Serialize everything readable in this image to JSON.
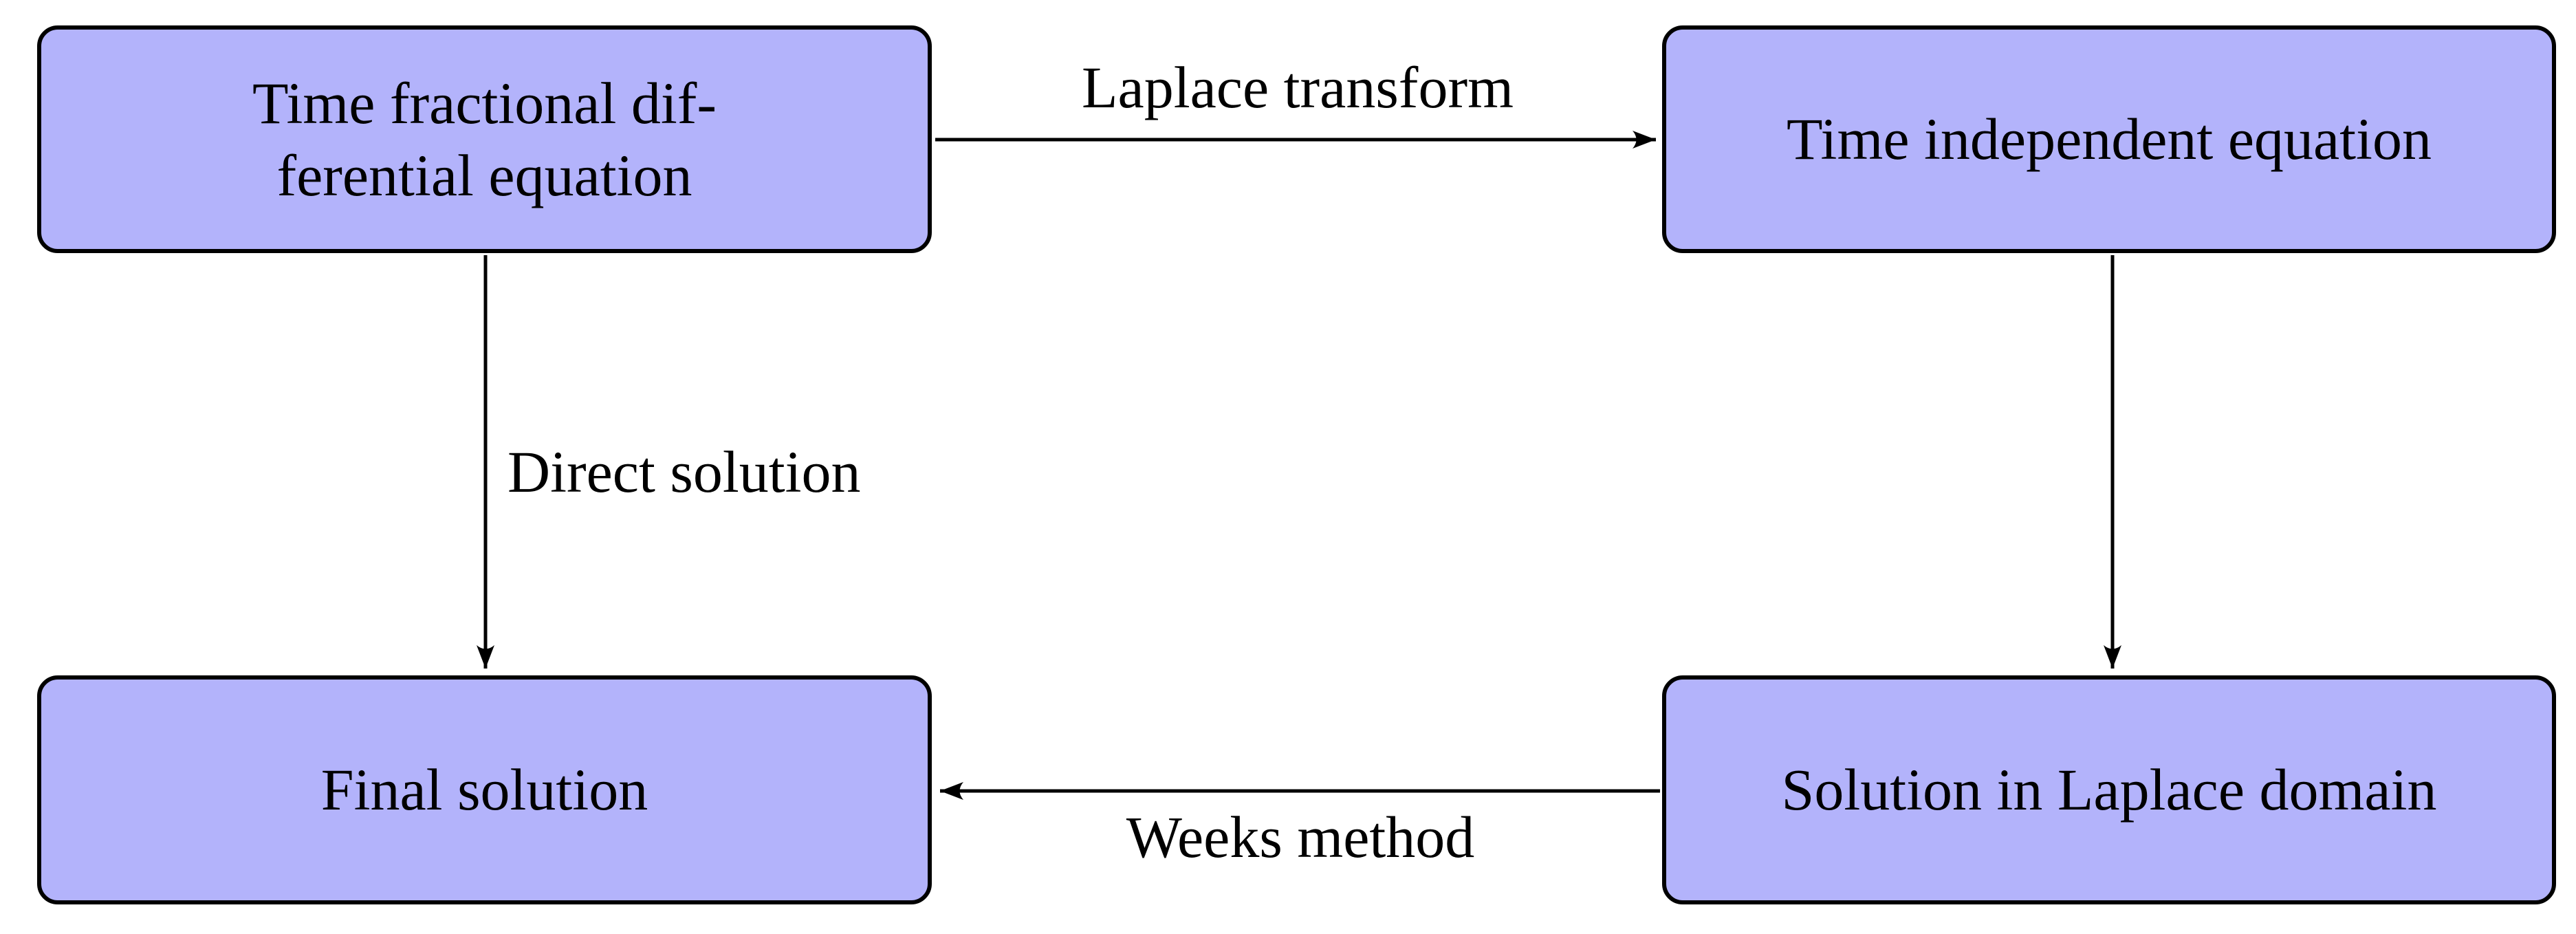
{
  "diagram": {
    "colors": {
      "background": "#ffffff",
      "node_fill": "#b3b3fb",
      "node_border": "#000000",
      "text": "#000000"
    },
    "nodes": [
      {
        "id": "tfde",
        "label": "Time fractional dif-\nferential equation"
      },
      {
        "id": "tie",
        "label": "Time independent equation"
      },
      {
        "id": "final",
        "label": "Final solution"
      },
      {
        "id": "sld",
        "label": "Solution in Laplace domain"
      }
    ],
    "edges": [
      {
        "from": "tfde",
        "to": "tie",
        "label": "Laplace transform",
        "label_position": "above"
      },
      {
        "from": "tfde",
        "to": "final",
        "label": "Direct solution",
        "label_position": "right"
      },
      {
        "from": "tie",
        "to": "sld",
        "label": "",
        "label_position": "none"
      },
      {
        "from": "sld",
        "to": "final",
        "label": "Weeks method",
        "label_position": "below"
      }
    ]
  }
}
